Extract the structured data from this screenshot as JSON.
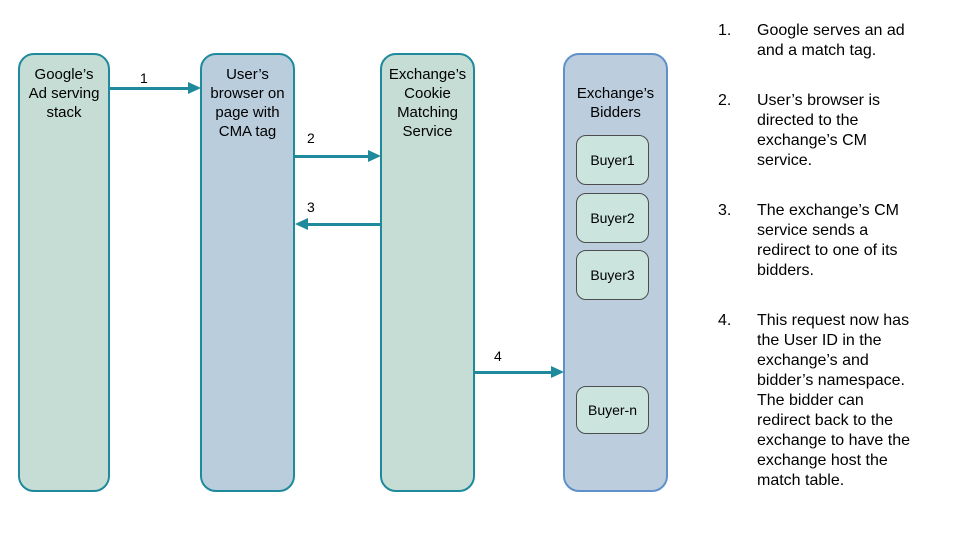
{
  "colors": {
    "teal": "#1e8a9c",
    "green-fill": "#c5ddd4",
    "blue-fill": "#bacddd",
    "bidders-fill": "#bccede",
    "blue-border": "#5e91ca",
    "buyer-fill": "#cbe5de",
    "buyer-border": "#4d4d4d"
  },
  "diagram": {
    "boxes": [
      {
        "label": "Google’s\nAd serving\nstack"
      },
      {
        "label": "User’s\nbrowser on\npage with\nCMA tag"
      },
      {
        "label": "Exchange’s\nCookie\nMatching\nService"
      },
      {
        "label": "Exchange’s\nBidders"
      }
    ],
    "buyers": [
      "Buyer1",
      "Buyer2",
      "Buyer3",
      "Buyer-n"
    ],
    "arrows": [
      {
        "label": "1"
      },
      {
        "label": "2"
      },
      {
        "label": "3"
      },
      {
        "label": "4"
      }
    ]
  },
  "steps": {
    "items": [
      {
        "num": "1.",
        "text": "Google serves an ad\nand a match tag."
      },
      {
        "num": "2.",
        "text": "User’s browser is\ndirected to the\nexchange’s CM\nservice."
      },
      {
        "num": "3.",
        "text": "The exchange’s CM\nservice sends a\nredirect to one of its\nbidders."
      },
      {
        "num": "4.",
        "text": "This request now has\nthe User ID in the\nexchange’s and\nbidder’s namespace.\nThe bidder can\nredirect back to the\nexchange to have the\nexchange host the\nmatch table."
      }
    ]
  }
}
